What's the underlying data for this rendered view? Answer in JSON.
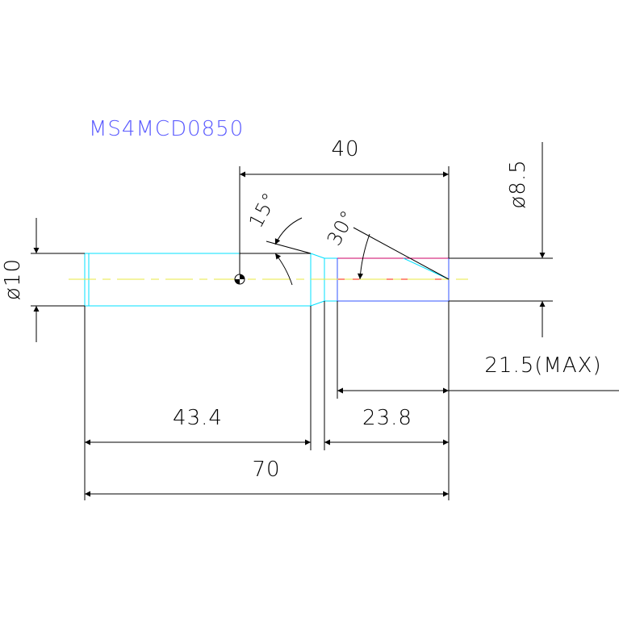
{
  "part_number": "MS4MCD0850",
  "dimensions": {
    "length_40": "40",
    "dia_8_5": "ø8.5",
    "dia_10": "ø10",
    "angle_15": "15°",
    "angle_30": "30°",
    "max_depth": "21.5(MAX)",
    "length_43_4": "43.4",
    "length_23_8": "23.8",
    "overall_70": "70"
  },
  "colors": {
    "background": "#ffffff",
    "dimension_lines": "#000000",
    "shank_outline": "#00e0ff",
    "bore_outline": "#3355ff",
    "bore_top": "#cc0066",
    "centerline": "#e8e840",
    "center_axis": "#ff2200",
    "part_number": "#5a5aff"
  }
}
